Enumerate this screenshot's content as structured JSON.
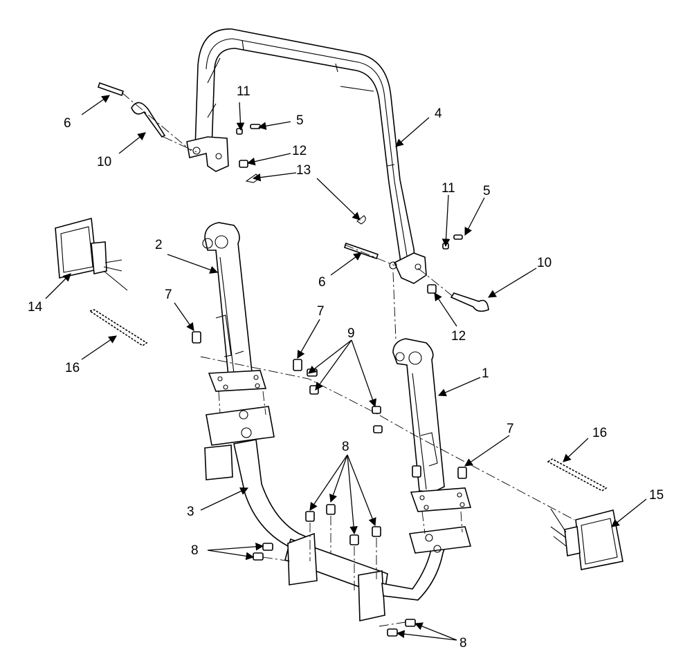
{
  "callouts": {
    "c1": "1",
    "c2": "2",
    "c3": "3",
    "c4": "4",
    "c5a": "5",
    "c5b": "5",
    "c6a": "6",
    "c6b": "6",
    "c7a": "7",
    "c7b": "7",
    "c7c": "7",
    "c8a": "8",
    "c8b": "8",
    "c8c": "8",
    "c9": "9",
    "c10a": "10",
    "c10b": "10",
    "c11a": "11",
    "c11b": "11",
    "c12a": "12",
    "c12b": "12",
    "c13": "13",
    "c14": "14",
    "c15": "15",
    "c16a": "16",
    "c16b": "16"
  }
}
